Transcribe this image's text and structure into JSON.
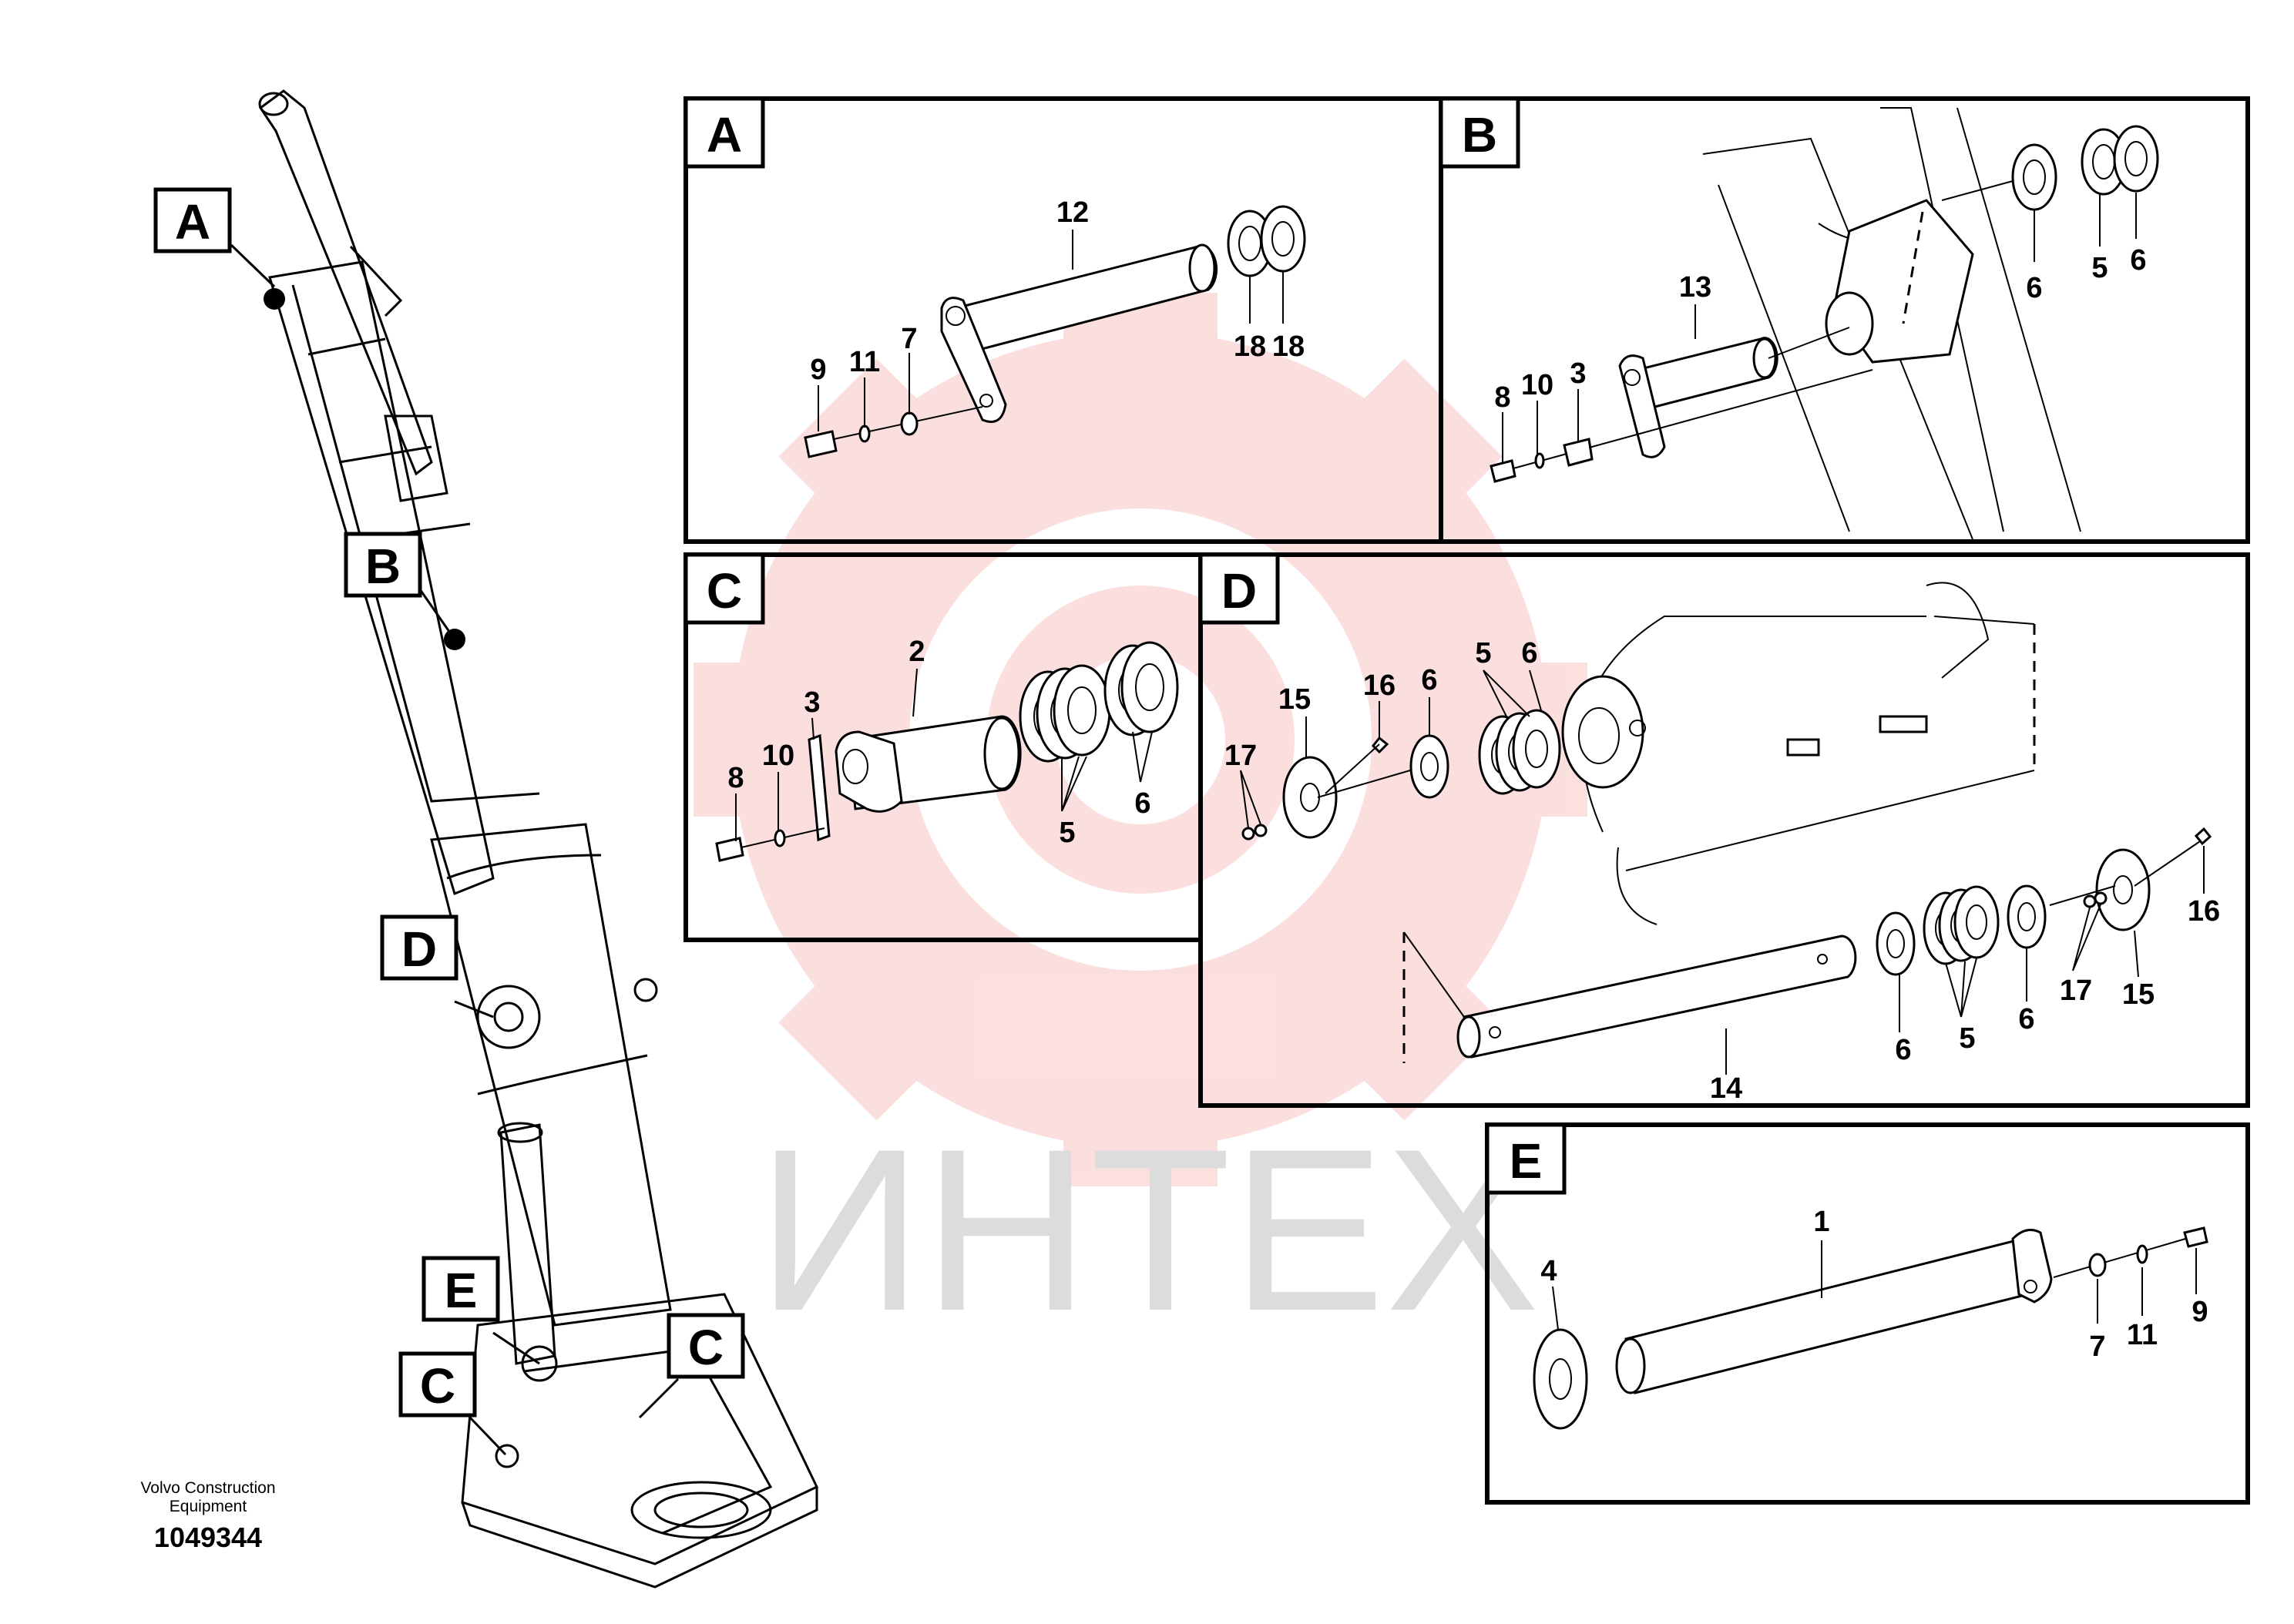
{
  "watermark": {
    "text": "ИНТЕХ",
    "color": "#e60000",
    "text_color": "#dcdcdc"
  },
  "publisher": {
    "line1": "Volvo Construction",
    "line2": "Equipment",
    "drawing_number": "1049344"
  },
  "overview_callouts": [
    "A",
    "B",
    "D",
    "E",
    "C",
    "C"
  ],
  "panels": {
    "A": {
      "letter": "A",
      "labels": [
        "12",
        "9",
        "11",
        "7",
        "18",
        "18"
      ]
    },
    "B": {
      "letter": "B",
      "labels": [
        "13",
        "8",
        "10",
        "3",
        "6",
        "5",
        "6"
      ]
    },
    "C": {
      "letter": "C",
      "labels": [
        "2",
        "3",
        "8",
        "10",
        "5",
        "6"
      ]
    },
    "D": {
      "letter": "D",
      "labels": [
        "15",
        "16",
        "6",
        "5",
        "6",
        "17",
        "14",
        "6",
        "5",
        "6",
        "17",
        "15",
        "16"
      ]
    },
    "E": {
      "letter": "E",
      "labels": [
        "1",
        "4",
        "7",
        "11",
        "9"
      ]
    }
  },
  "colors": {
    "line": "#000000",
    "background": "#ffffff"
  }
}
